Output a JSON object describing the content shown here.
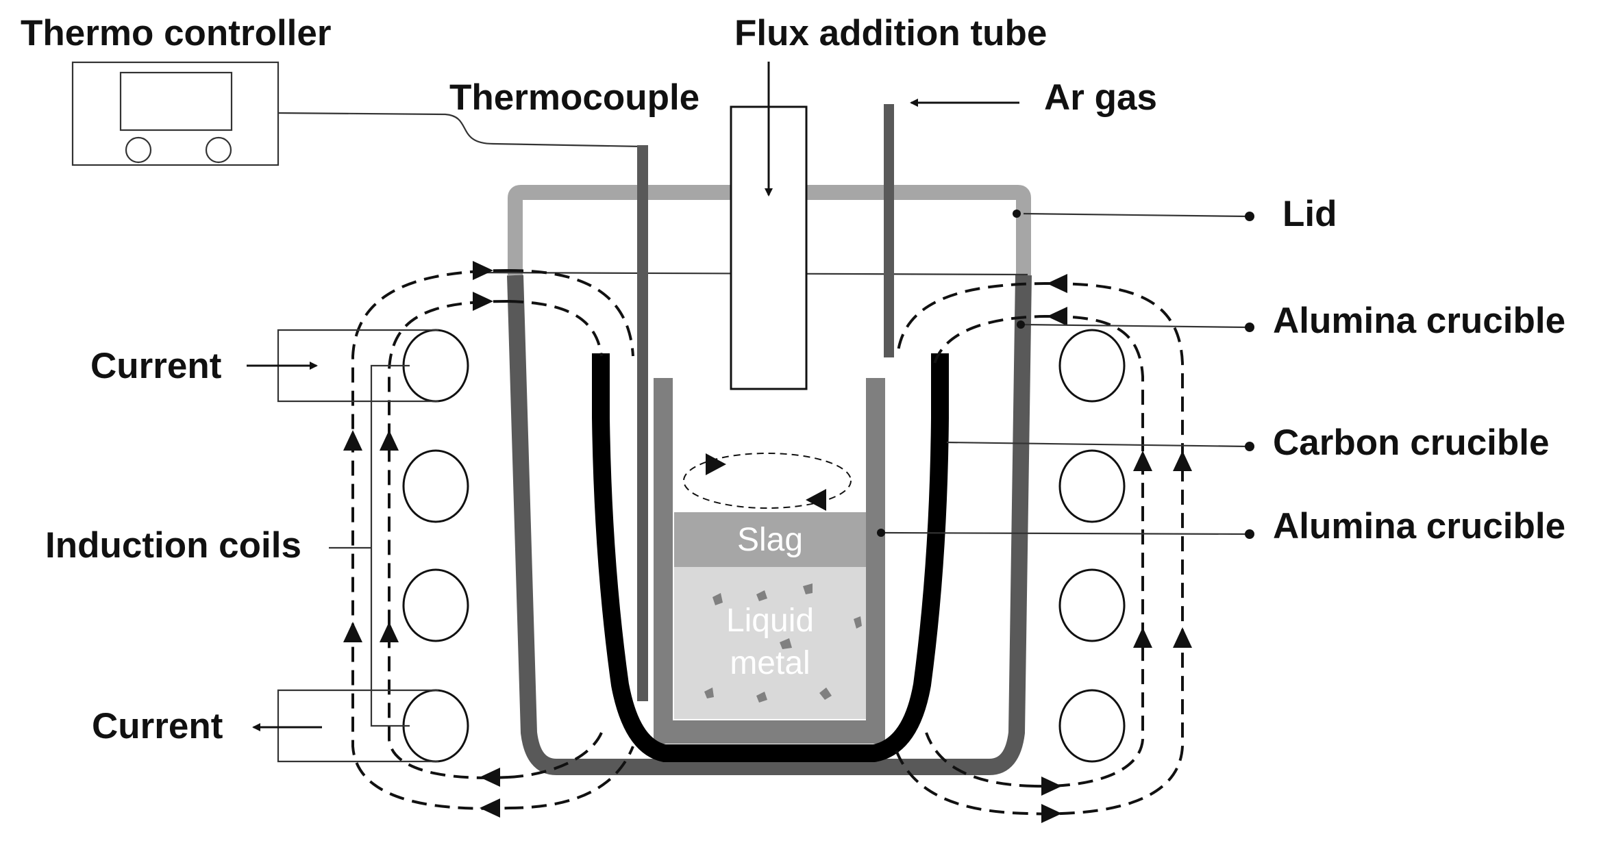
{
  "labels": {
    "thermo_controller": "Thermo controller",
    "flux_addition_tube": "Flux addition tube",
    "thermocouple": "Thermocouple",
    "ar_gas": "Ar gas",
    "lid": "Lid",
    "alumina_crucible_outer": "Alumina crucible",
    "carbon_crucible": "Carbon crucible",
    "alumina_crucible_inner": "Alumina crucible",
    "current_in": "Current",
    "current_out": "Current",
    "induction_coils": "Induction coils",
    "slag": "Slag",
    "liquid_metal_line1": "Liquid",
    "liquid_metal_line2": "metal"
  },
  "colors": {
    "lid": "#a6a6a6",
    "alumina_outer": "#595959",
    "carbon": "#000000",
    "alumina_inner": "#7f7f7f",
    "slag": "#a6a6a6",
    "liquid_metal": "#d9d9d9",
    "particles": "#808080"
  }
}
